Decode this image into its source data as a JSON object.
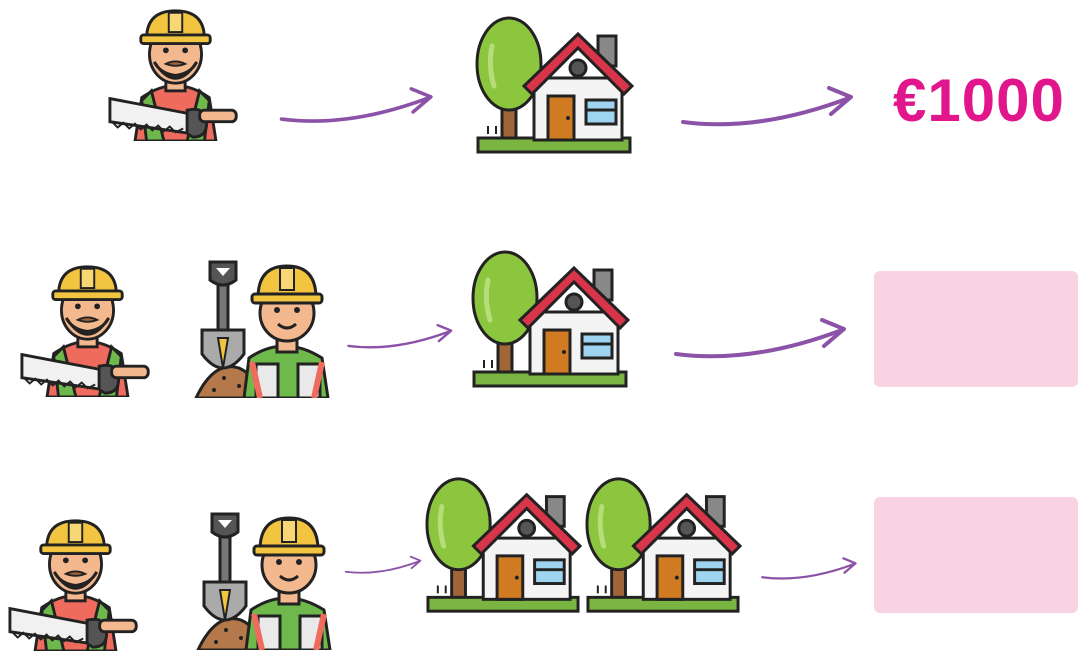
{
  "rows": [
    {
      "workers": [
        "builder-with-saw"
      ],
      "houses": 1,
      "price": "€1000"
    },
    {
      "workers": [
        "builder-with-saw",
        "builder-with-shovel"
      ],
      "houses": 1,
      "price": ""
    },
    {
      "workers": [
        "builder-with-saw",
        "builder-with-shovel"
      ],
      "houses": 2,
      "price": ""
    }
  ],
  "colors": {
    "price": "#e2168c",
    "answer_box": "#f7d3e4",
    "arrow": "#8b52a8",
    "grass": "#7ab542",
    "tree": "#8cc63f",
    "roof": "#d8344a",
    "door": "#d07a22",
    "helmet": "#f3c43f",
    "vest": "#6fb94c"
  },
  "icons": [
    "builder-with-saw-icon",
    "builder-with-shovel-icon",
    "house-with-tree-icon",
    "arrow-icon"
  ]
}
